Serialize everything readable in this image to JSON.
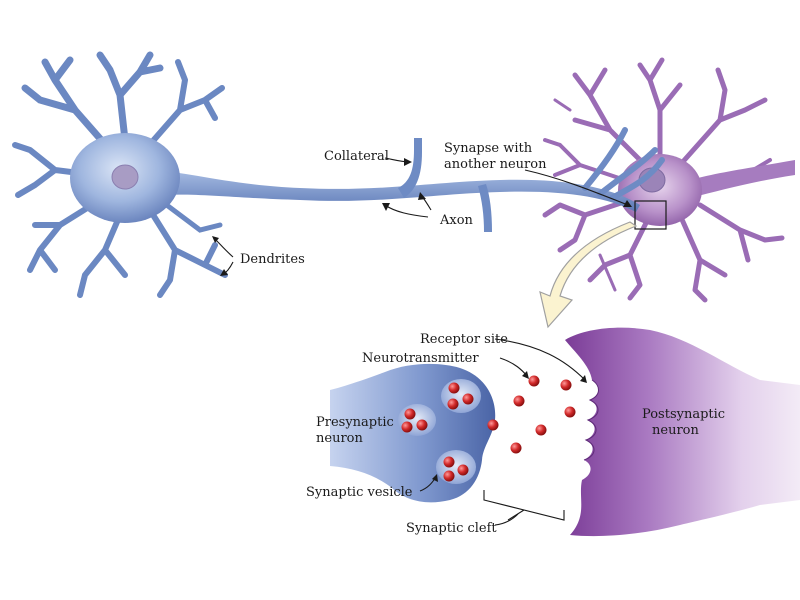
{
  "labels": {
    "collateral": "Collateral",
    "axon": "Axon",
    "dendrites": "Dendrites",
    "synapse_line1": "Synapse with",
    "synapse_line2": "another neuron",
    "receptor_site": "Receptor site",
    "neurotransmitter": "Neurotransmitter",
    "presynaptic_line1": "Presynaptic",
    "presynaptic_line2": "neuron",
    "postsynaptic_line1": "Postsynaptic",
    "postsynaptic_line2": "neuron",
    "synaptic_vesicle": "Synaptic vesicle",
    "synaptic_cleft": "Synaptic cleft"
  },
  "colors": {
    "blue_neuron": "#8fa9d8",
    "blue_neuron_dark": "#4f6fae",
    "purple_neuron": "#b893c9",
    "purple_neuron_dark": "#7a3f94",
    "nucleus": "#a89cc4",
    "neurotransmitter": "#d22a2a",
    "arrow_fill": "#fbf3d0"
  }
}
